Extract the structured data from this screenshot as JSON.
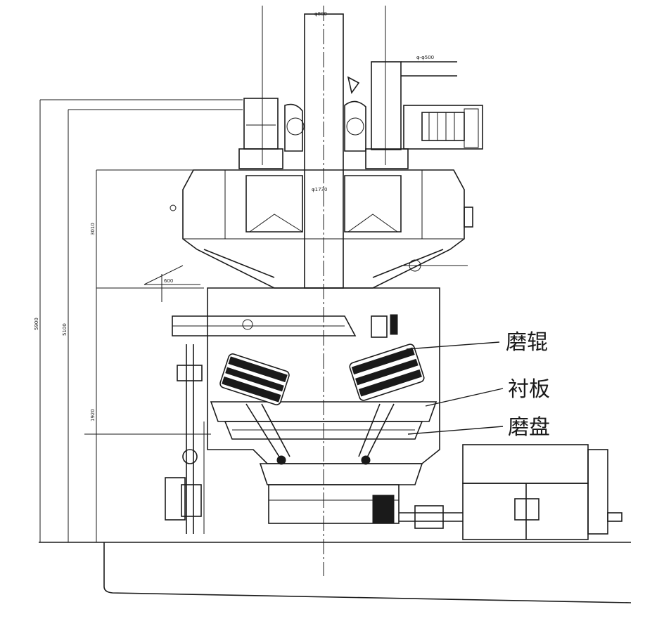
{
  "callouts": {
    "grinding_roller": "磨辊",
    "liner_plate": "衬板",
    "grinding_table": "磨盘"
  },
  "dimensions": {
    "total_height": "5900",
    "mid_height": "5100",
    "upper_height": "3010",
    "lower_height": "1920",
    "top_pipe_dia": "φ800",
    "side_pipe_dia": "φ-φ500",
    "inner_pipe_dia": "φ1730",
    "side_offset": "600"
  }
}
